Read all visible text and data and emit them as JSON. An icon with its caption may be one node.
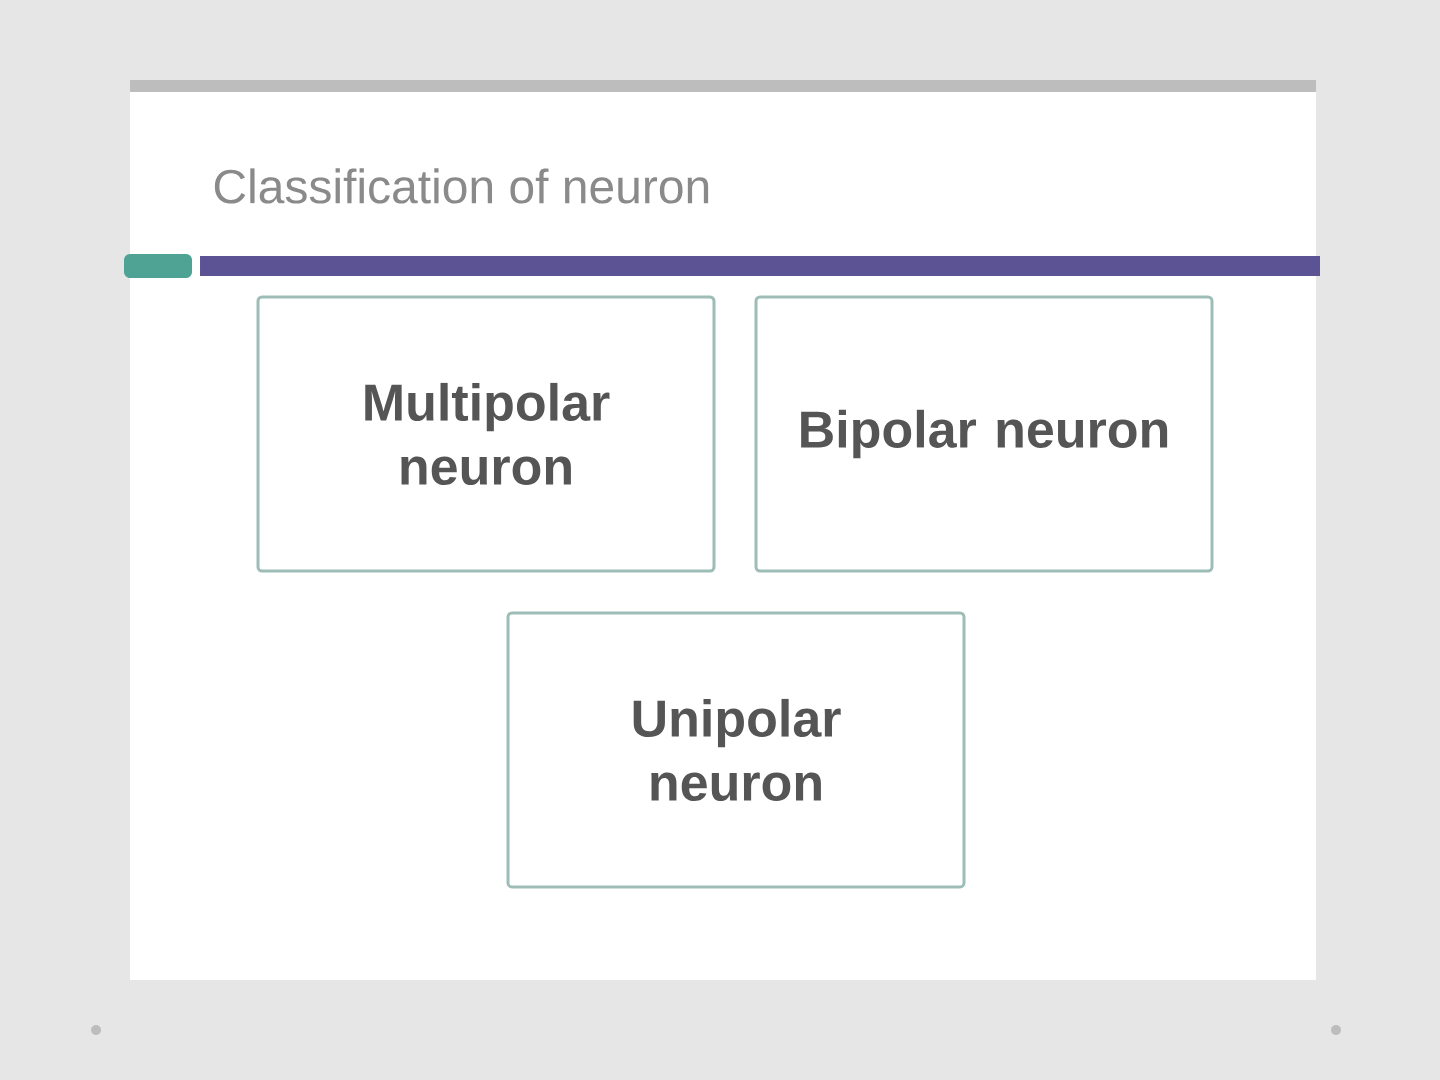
{
  "diagram": {
    "title": "Classification of neuron",
    "nodes": [
      {
        "text": [
          "Multipolar neuron"
        ]
      },
      {
        "text": [
          "Bipolar neuron"
        ]
      },
      {
        "text": [
          "Unipolar neuron"
        ]
      }
    ]
  }
}
